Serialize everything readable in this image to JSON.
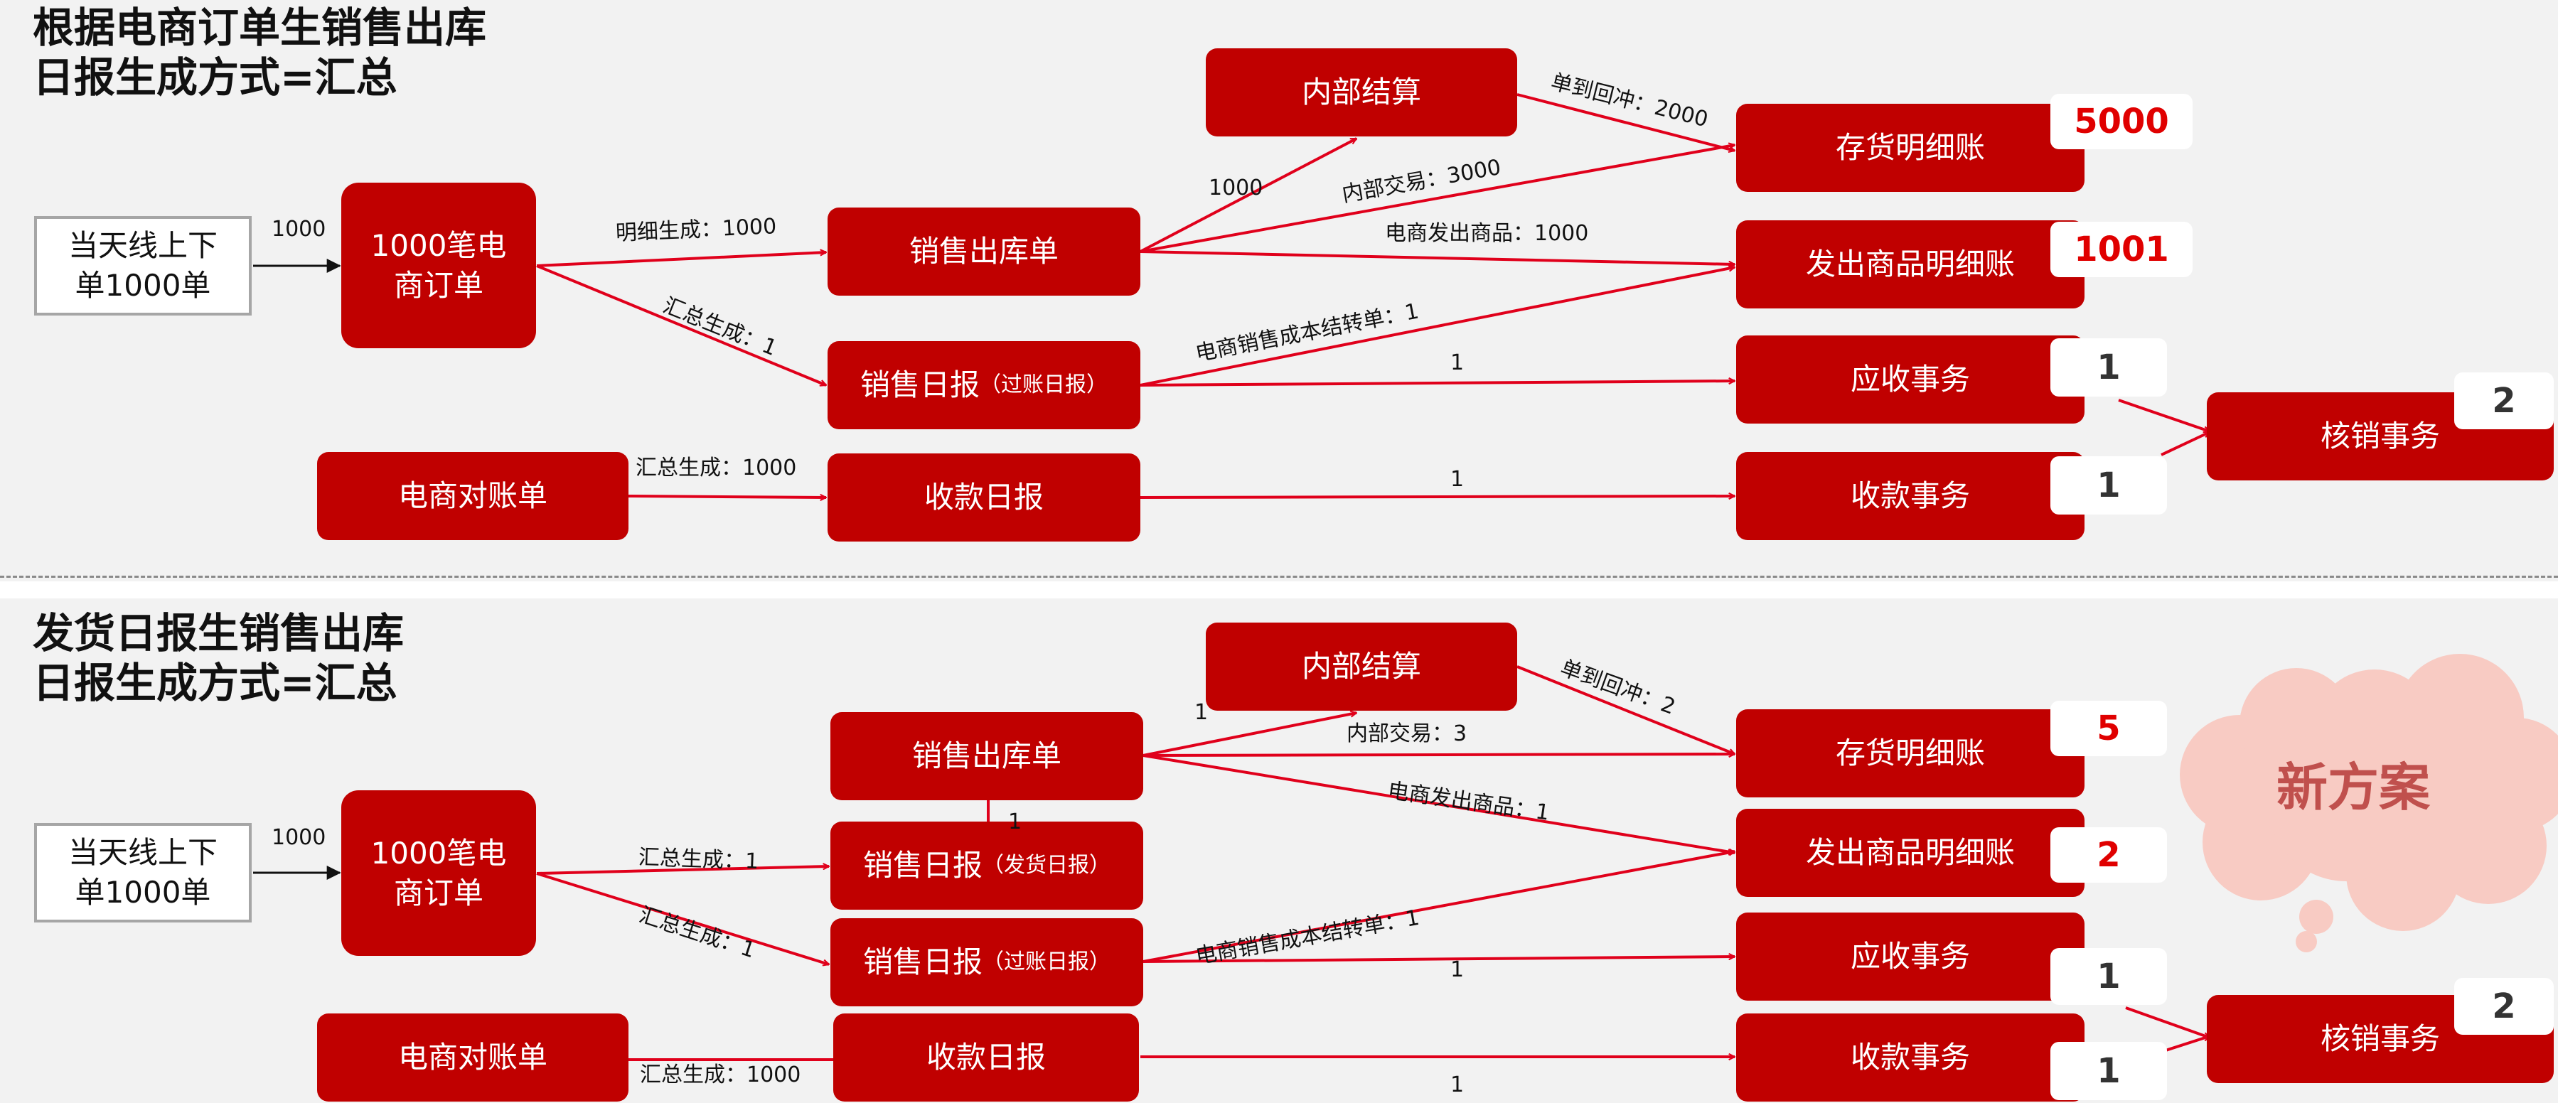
{
  "top": {
    "title_line1": "根据电商订单生销售出库",
    "title_line2": "日报生成方式=汇总",
    "online_orders_l1": "当天线上下",
    "online_orders_l2": "单1000单",
    "ecom_orders_l1": "1000笔电",
    "ecom_orders_l2": "商订单",
    "sales_outbound": "销售出库单",
    "sales_daily_main": "销售日报",
    "sales_daily_sub": "（过账日报）",
    "ecom_statement": "电商对账单",
    "receipt_daily": "收款日报",
    "internal_settlement": "内部结算",
    "inventory_ledger": "存货明细账",
    "shipped_goods_ledger": "发出商品明细账",
    "receivable": "应收事务",
    "receipt_txn": "收款事务",
    "writeoff": "核销事务",
    "badge_inventory": "5000",
    "badge_shipped": "1001",
    "badge_receivable": "1",
    "badge_receipt": "1",
    "badge_writeoff": "2",
    "lbl_1000": "1000",
    "lbl_detail_gen": "明细生成：1000",
    "lbl_summary_gen": "汇总生成：1",
    "lbl_summary_gen_1000": "汇总生成：1000",
    "lbl_internal_1000": "1000",
    "lbl_reverse": "单到回冲：2000",
    "lbl_internal_trade": "内部交易：3000",
    "lbl_ecom_shipped": "电商发出商品：1000",
    "lbl_cost_carry": "电商销售成本结转单：1",
    "lbl_to_receivable": "1",
    "lbl_to_receipt": "1"
  },
  "bottom": {
    "title_line1": "发货日报生销售出库",
    "title_line2": "日报生成方式=汇总",
    "online_orders_l1": "当天线上下",
    "online_orders_l2": "单1000单",
    "ecom_orders_l1": "1000笔电",
    "ecom_orders_l2": "商订单",
    "sales_outbound": "销售出库单",
    "ship_daily_main": "销售日报",
    "ship_daily_sub": "（发货日报）",
    "post_daily_main": "销售日报",
    "post_daily_sub": "（过账日报）",
    "ecom_statement": "电商对账单",
    "receipt_daily": "收款日报",
    "internal_settlement": "内部结算",
    "inventory_ledger": "存货明细账",
    "shipped_goods_ledger": "发出商品明细账",
    "receivable": "应收事务",
    "receipt_txn": "收款事务",
    "writeoff": "核销事务",
    "badge_inventory": "5",
    "badge_shipped": "2",
    "badge_receivable": "1",
    "badge_receipt": "1",
    "badge_writeoff": "2",
    "lbl_1000": "1000",
    "lbl_summary_gen_a": "汇总生成：1",
    "lbl_summary_gen_b": "汇总生成：1",
    "lbl_summary_gen_1000": "汇总生成：1000",
    "lbl_up_1": "1",
    "lbl_internal_1": "1",
    "lbl_reverse": "单到回冲：2",
    "lbl_internal_trade": "内部交易：3",
    "lbl_ecom_shipped": "电商发出商品：1",
    "lbl_cost_carry": "电商销售成本结转单：1",
    "lbl_to_receivable": "1",
    "lbl_to_receipt": "1",
    "cloud_text": "新方案"
  },
  "colors": {
    "box_red": "#c00000",
    "arrow_red": "#e0001b",
    "badge_red": "#e00000",
    "cloud": "#f8cbc3",
    "cloud_text": "#c0504d"
  }
}
